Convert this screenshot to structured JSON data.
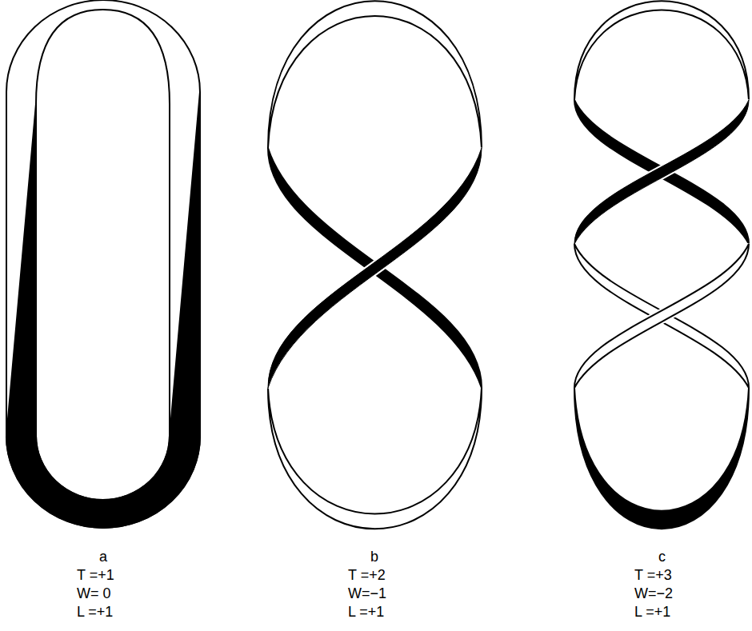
{
  "diagram": {
    "labels": [
      "a",
      "T =+1",
      "W= 0",
      "L =+1",
      "b",
      "T =+2",
      "W=−1",
      "L =+1",
      "c",
      "T =+3",
      "W=−2",
      "L =+1"
    ]
  }
}
